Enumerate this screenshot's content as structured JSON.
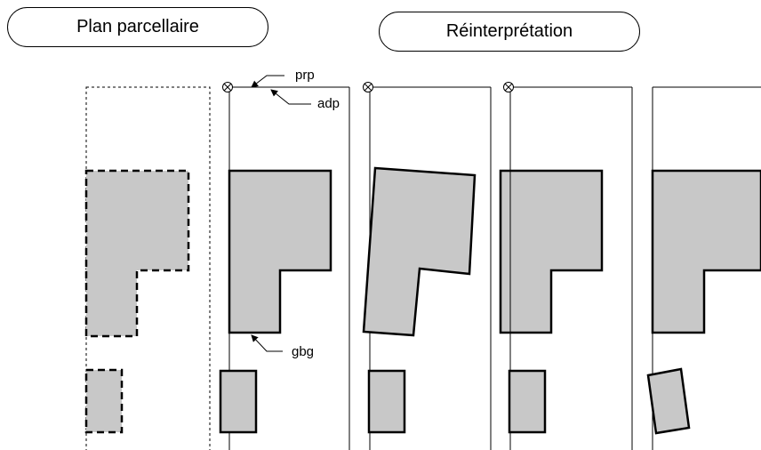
{
  "headers": {
    "plan": "Plan parcellaire",
    "reinterpretation": "Réinterprétation"
  },
  "labels": {
    "prp": "prp",
    "adp": "adp",
    "gbg": "gbg"
  },
  "colors": {
    "building_fill": "#c8c8c8",
    "stroke": "#000000"
  },
  "icons": [
    "circle-cross-icon"
  ]
}
